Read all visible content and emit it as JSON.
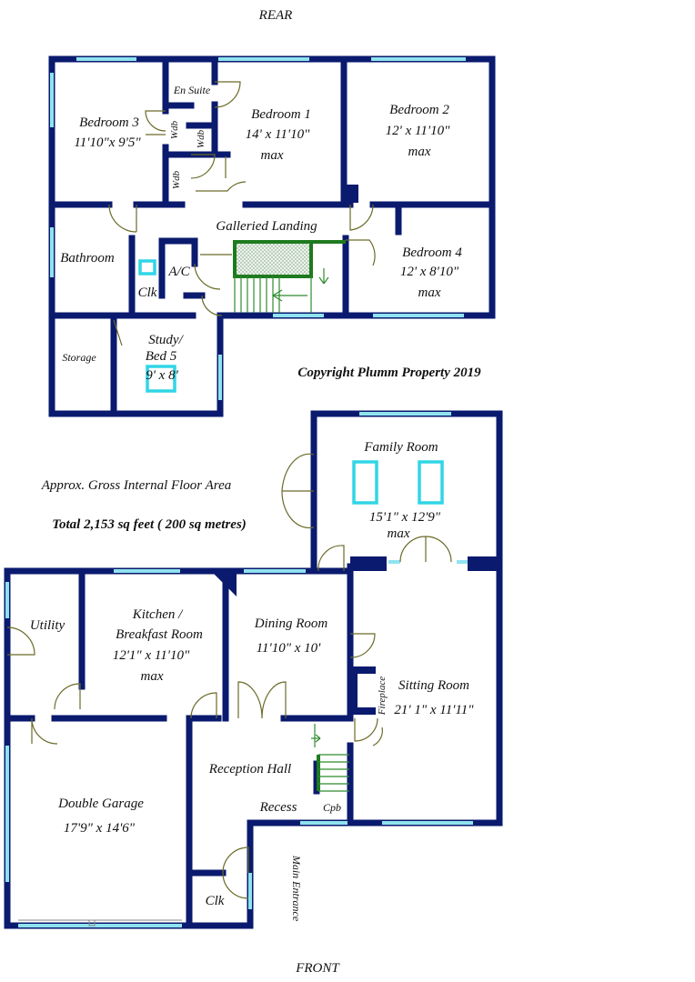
{
  "orientation": {
    "top": "REAR",
    "bottom": "FRONT"
  },
  "copyright": "Copyright Plumm Property 2019",
  "area": {
    "heading": "Approx. Gross Internal Floor Area",
    "total": "Total   2,153 sq feet ( 200 sq metres)"
  },
  "rooms": {
    "bedroom3": {
      "name": "Bedroom 3",
      "dims": "11'10\"x 9'5\""
    },
    "ensuite": {
      "name": "En Suite"
    },
    "wdb1": {
      "name": "Wdb"
    },
    "wdb2": {
      "name": "Wdb"
    },
    "wdb3": {
      "name": "Wdb"
    },
    "bedroom1": {
      "name": "Bedroom 1",
      "dims": "14' x 11'10\"",
      "note": "max"
    },
    "bedroom2": {
      "name": "Bedroom 2",
      "dims": "12' x 11'10\"",
      "note": "max"
    },
    "landing": {
      "name": "Galleried Landing"
    },
    "bathroom": {
      "name": "Bathroom"
    },
    "clk_upper": {
      "name": "Clk"
    },
    "ac": {
      "name": "A/C"
    },
    "bedroom4": {
      "name": "Bedroom 4",
      "dims": "12' x 8'10\"",
      "note": "max"
    },
    "storage": {
      "name": "Storage"
    },
    "study": {
      "name_line1": "Study/",
      "name_line2": "Bed 5",
      "dims": "9' x 8'"
    },
    "family": {
      "name": "Family Room",
      "dims": "15'1\" x 12'9\"",
      "note": "max"
    },
    "utility": {
      "name": "Utility"
    },
    "kitchen": {
      "name_line1": "Kitchen /",
      "name_line2": "Breakfast Room",
      "dims": "12'1\" x 11'10\"",
      "note": "max"
    },
    "dining": {
      "name": "Dining Room",
      "dims": "11'10\" x 10'"
    },
    "sitting": {
      "name": "Sitting Room",
      "dims": "21' 1\" x 11'11\""
    },
    "fireplace": {
      "name": "Fireplace"
    },
    "reception": {
      "name": "Reception Hall"
    },
    "recess": {
      "name": "Recess"
    },
    "cpb": {
      "name": "Cpb"
    },
    "garage": {
      "name": "Double Garage",
      "dims": "17'9\" x 14'6\""
    },
    "clk_lower": {
      "name": "Clk"
    },
    "entrance": {
      "name": "Main Entrance"
    }
  },
  "colors": {
    "wall": "#0a1a6e",
    "window": "#8fe3ef",
    "rooflight": "#31d5e6",
    "stairs": "#1e7a1e",
    "door": "#6b6b2a"
  }
}
